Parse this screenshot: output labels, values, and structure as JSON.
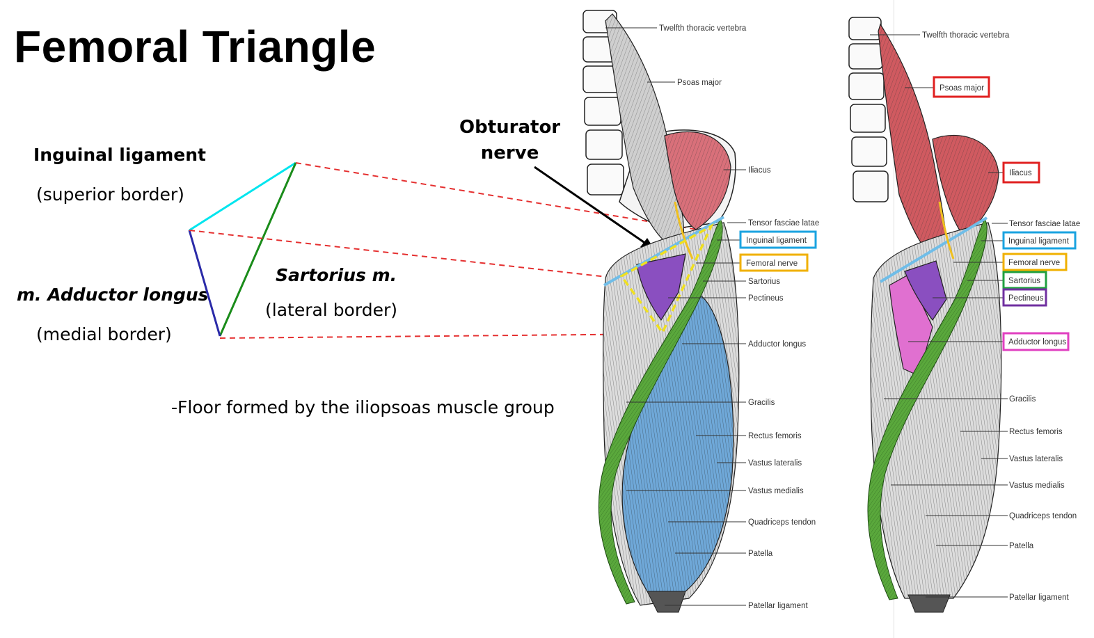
{
  "title": "Femoral Triangle",
  "left_labels": {
    "inguinal_title": "Inguinal ligament",
    "inguinal_sub": "(superior border)",
    "adductor_title": "m. Adductor longus",
    "adductor_sub": "(medial border)",
    "sartorius_title": "Sartorius m.",
    "sartorius_sub": "(lateral border)"
  },
  "floor_note": "-Floor formed by the iliopsoas muscle group",
  "obturator": {
    "line1": "Obturator",
    "line2": "nerve"
  },
  "colors": {
    "inguinal": "#00e5ee",
    "sartorius": "#1a8c1a",
    "adductor": "#2a2aa8",
    "dashed_red": "#e53030",
    "dashed_yellow": "#f0e020",
    "iliacus_fill": "#d9707a",
    "pectineus_fill": "#8a4fc0",
    "quadriceps_fill": "#6fa8d8",
    "sartorius_fill": "#5aa83c",
    "adductor_fill": "#e070d0",
    "box_red": "#e02020",
    "box_blue": "#1aa3e0",
    "box_orange": "#f0b000",
    "box_green": "#20a040",
    "box_purple": "#7030a0",
    "box_pink": "#e040c0"
  },
  "diagram_a": {
    "labels": [
      "Twelfth thoracic vertebra",
      "Psoas major",
      "Iliacus",
      "Tensor fasciae latae",
      "Inguinal ligament",
      "Femoral nerve",
      "Sartorius",
      "Pectineus",
      "Adductor longus",
      "Gracilis",
      "Rectus femoris",
      "Vastus lateralis",
      "Vastus medialis",
      "Quadriceps tendon",
      "Patella",
      "Patellar ligament"
    ]
  },
  "diagram_b": {
    "labels": [
      "Twelfth thoracic vertebra",
      "Psoas major",
      "Iliacus",
      "Tensor fasciae latae",
      "Inguinal ligament",
      "Femoral nerve",
      "Sartorius",
      "Pectineus",
      "Adductor longus",
      "Gracilis",
      "Rectus femoris",
      "Vastus lateralis",
      "Vastus medialis",
      "Quadriceps tendon",
      "Patella",
      "Patellar ligament"
    ]
  }
}
